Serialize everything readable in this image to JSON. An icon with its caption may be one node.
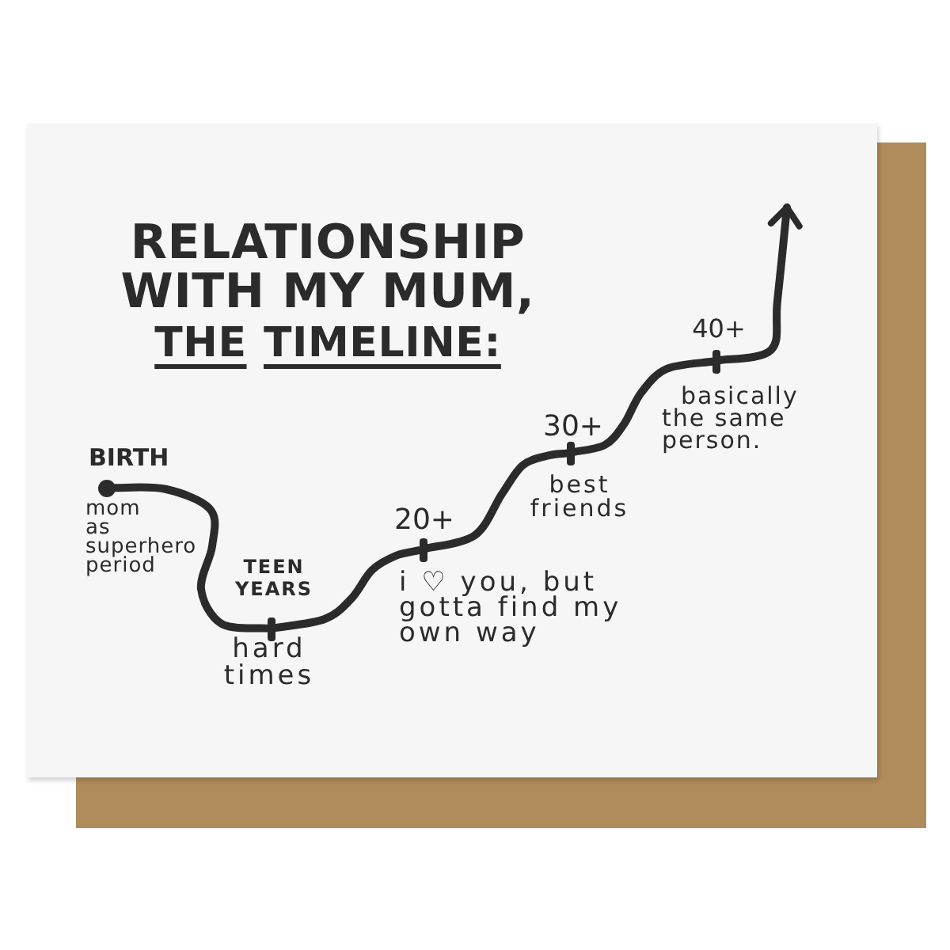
{
  "diagram": {
    "title": "RELATIONSHIP WITH MY MUM, THE TIMELINE:",
    "nodes": [
      {
        "text": [
          "BIRTH"
        ],
        "beside": [
          "mom as superhero period"
        ]
      },
      {
        "text": [
          "TEEN YEARS"
        ],
        "beside": [
          "hard times"
        ]
      },
      {
        "text": [
          "20+"
        ],
        "beside": [
          "i ♡ you, but gotta find my own way"
        ]
      },
      {
        "text": [
          "30+"
        ],
        "beside": [
          "best friends"
        ]
      },
      {
        "text": [
          "40+"
        ],
        "beside": [
          "basically the same person."
        ]
      }
    ],
    "edges": [
      {
        "from": 0,
        "to": 1,
        "arrow": "none"
      },
      {
        "from": 1,
        "to": 2,
        "arrow": "none"
      },
      {
        "from": 2,
        "to": 3,
        "arrow": "none"
      },
      {
        "from": 3,
        "to": 4,
        "arrow": "none"
      },
      {
        "from": 4,
        "to": null,
        "arrow": "to"
      }
    ]
  }
}
